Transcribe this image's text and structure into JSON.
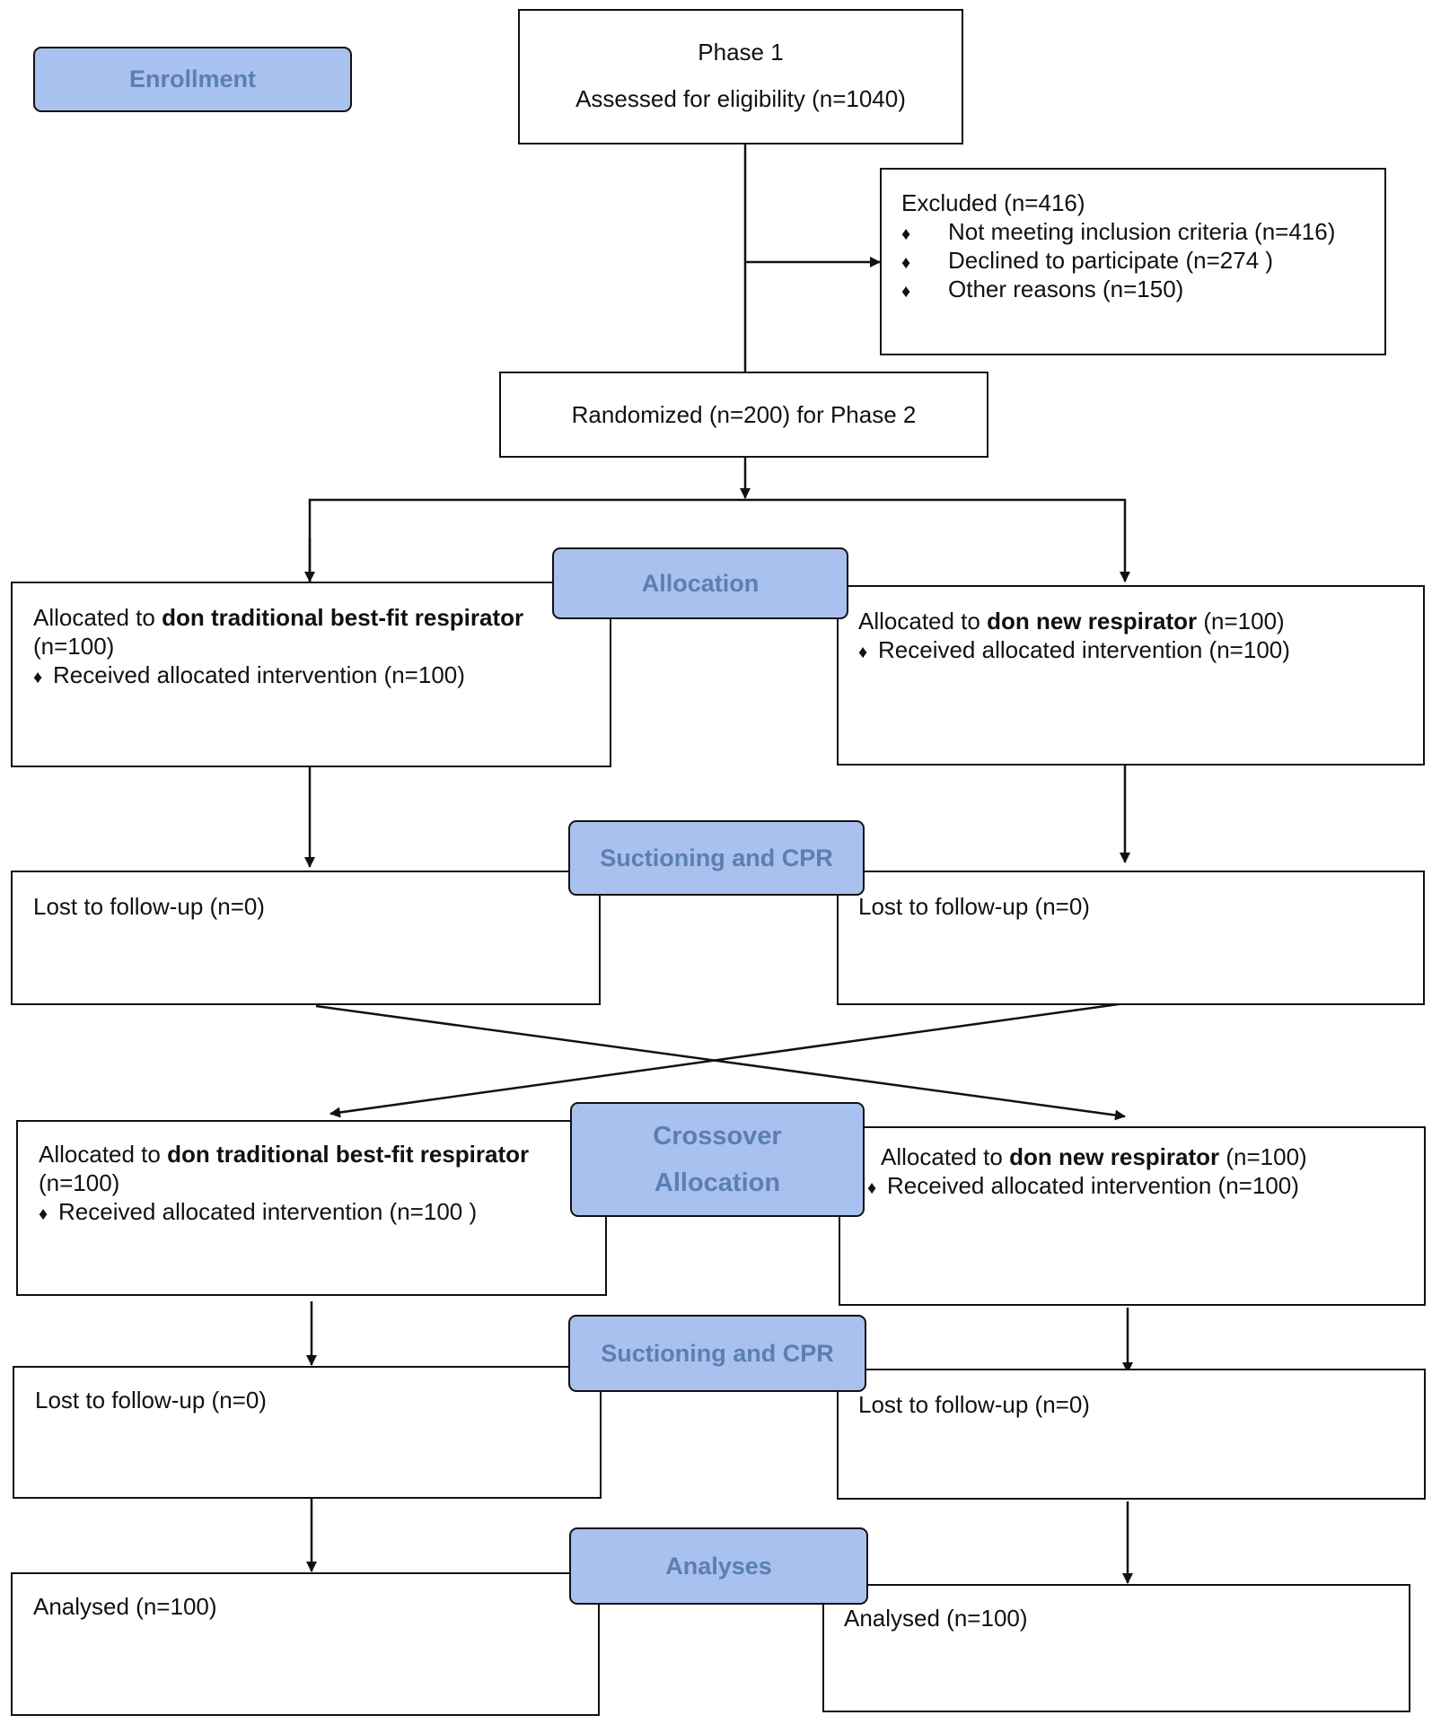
{
  "phases": {
    "enrollment": "Enrollment",
    "allocation": "Allocation",
    "suction1": "Suctioning and CPR",
    "crossover_line1": "Crossover",
    "crossover_line2": "Allocation",
    "suction2": "Suctioning and CPR",
    "analyses": "Analyses"
  },
  "phase1": {
    "title": "Phase 1",
    "assessed": "Assessed for eligibility (n=1040)"
  },
  "excluded": {
    "title": "Excluded (n=416)",
    "items": [
      "Not meeting inclusion criteria (n=416)",
      "Declined to participate (n=274 )",
      "Other reasons (n=150)"
    ],
    "bullet": "♦"
  },
  "randomized": "Randomized (n=200) for Phase 2",
  "arm_traditional_1": {
    "prefix": "Allocated to ",
    "bold": "don traditional best-fit respirator",
    "count": "(n=100)",
    "received": "Received allocated intervention (n=100)"
  },
  "arm_new_1": {
    "prefix": "Allocated to ",
    "bold": "don new respirator",
    "count": " (n=100)",
    "received": "Received allocated intervention (n=100)"
  },
  "lost": {
    "left_1": "Lost to follow-up (n=0)",
    "right_1": "Lost to follow-up (n=0)",
    "left_2": "Lost to follow-up (n=0)",
    "right_2": "Lost to follow-up (n=0)"
  },
  "arm_traditional_2": {
    "prefix": "Allocated to ",
    "bold": "don traditional best-fit respirator",
    "count": "(n=100)",
    "received": "Received allocated intervention (n=100 )"
  },
  "arm_new_2": {
    "prefix": "Allocated to ",
    "bold": "don new respirator",
    "count": " (n=100)",
    "received": "Received allocated intervention (n=100)"
  },
  "analysed": {
    "left": "Analysed (n=100)",
    "right": "Analysed (n=100)"
  },
  "colors": {
    "phase_fill": "#a9c1ee",
    "phase_text": "#5b7fb3",
    "line": "#111111"
  }
}
